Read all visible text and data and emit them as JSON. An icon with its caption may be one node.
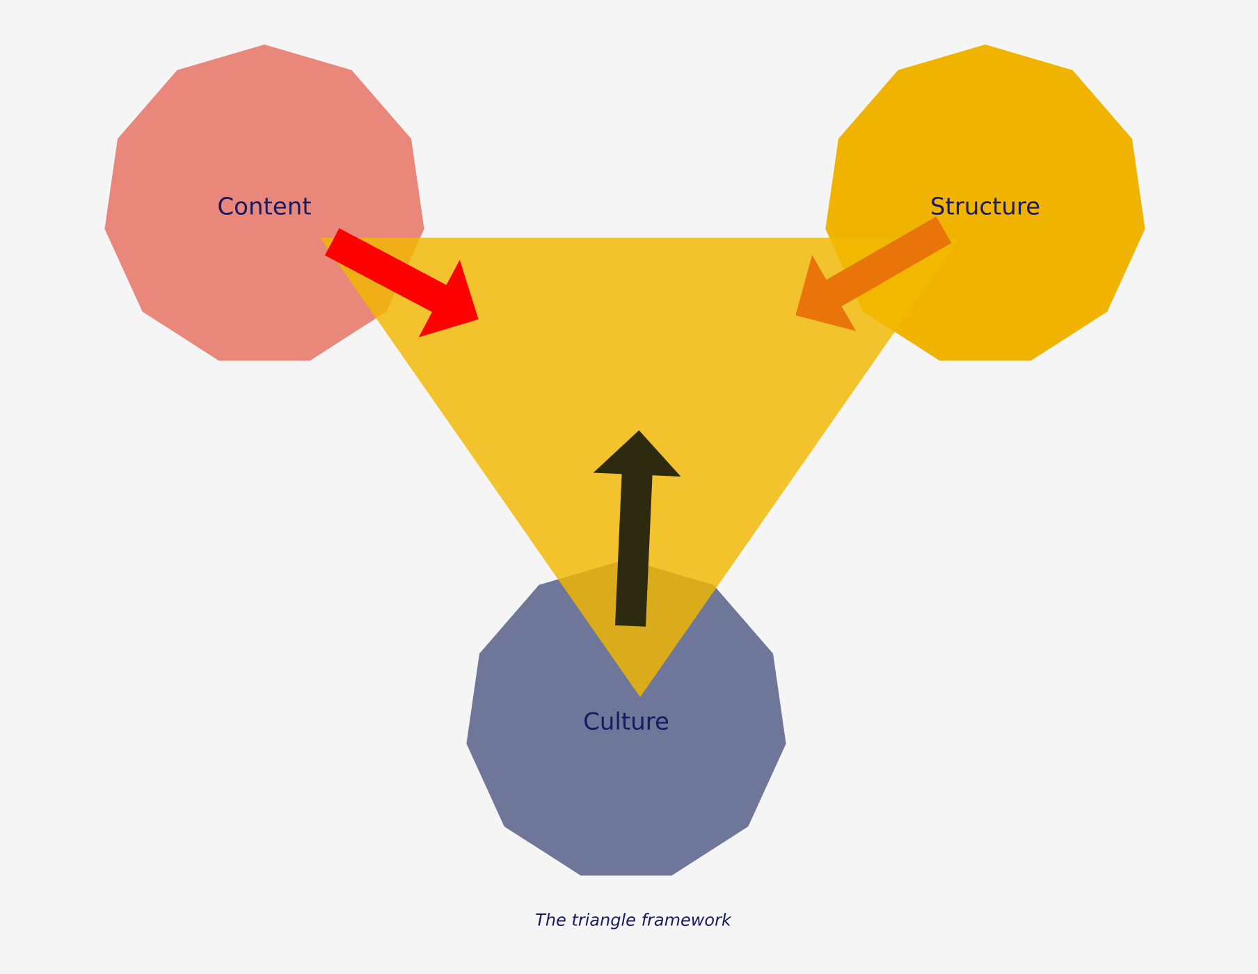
{
  "diagram": {
    "caption": "The triangle framework",
    "nodes": [
      {
        "text": [
          "Content"
        ]
      },
      {
        "text": [
          "Structure"
        ]
      },
      {
        "text": [],
        "shape": "triangle"
      },
      {
        "text": [
          "Culture"
        ]
      }
    ],
    "edges": [
      {
        "from": 0,
        "to": 2,
        "arrow": "to",
        "color": "#ff0000"
      },
      {
        "from": 1,
        "to": 2,
        "arrow": "to",
        "color": "#e8740a"
      },
      {
        "from": 3,
        "to": 2,
        "arrow": "to",
        "color": "#2e2a10"
      }
    ]
  }
}
